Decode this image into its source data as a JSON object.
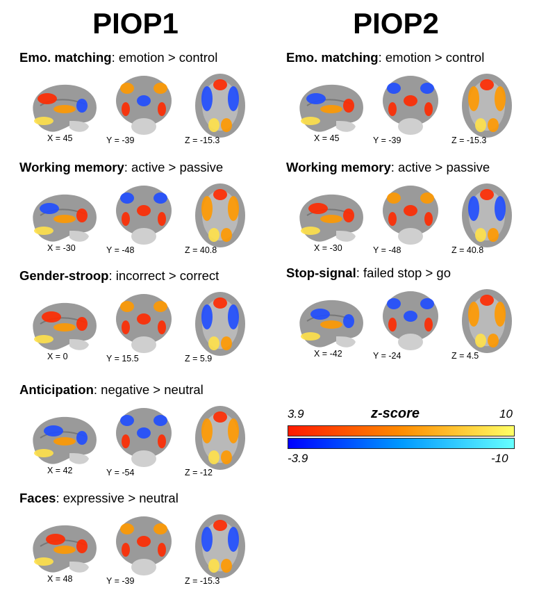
{
  "columns": [
    {
      "title": "PIOP1",
      "panels": [
        {
          "task": "Emo. matching",
          "contrast": ": emotion > control",
          "coords": [
            "X = 45",
            "Y = -39",
            "Z = -15.3"
          ]
        },
        {
          "task": "Working memory",
          "contrast": ": active > passive",
          "coords": [
            "X = -30",
            "Y = -48",
            "Z = 40.8"
          ]
        },
        {
          "task": "Gender-stroop",
          "contrast": ": incorrect > correct",
          "coords": [
            "X = 0",
            "Y = 15.5",
            "Z = 5.9"
          ]
        },
        {
          "task": "Anticipation",
          "contrast": ": negative > neutral",
          "coords": [
            "X = 42",
            "Y = -54",
            "Z = -12"
          ]
        },
        {
          "task": "Faces",
          "contrast": ": expressive > neutral",
          "coords": [
            "X = 48",
            "Y = -39",
            "Z = -15.3"
          ]
        }
      ]
    },
    {
      "title": "PIOP2",
      "panels": [
        {
          "task": "Emo. matching",
          "contrast": ": emotion > control",
          "coords": [
            "X = 45",
            "Y = -39",
            "Z = -15.3"
          ]
        },
        {
          "task": "Working memory",
          "contrast": ": active > passive",
          "coords": [
            "X = -30",
            "Y = -48",
            "Z = 40.8"
          ]
        },
        {
          "task": "Stop-signal",
          "contrast": ": failed stop > go",
          "coords": [
            "X = -42",
            "Y = -24",
            "Z = 4.5"
          ]
        }
      ]
    }
  ],
  "colorbar": {
    "title": "z-score",
    "pos_min": "3.9",
    "pos_max": "10",
    "neg_min": "-3.9",
    "neg_max": "-10",
    "pos_colors": [
      "#ff1a00",
      "#ff8c00",
      "#ffff66"
    ],
    "neg_colors": [
      "#0000ff",
      "#0099ff",
      "#66ffff"
    ]
  },
  "brain_colors": {
    "gray": "#9a9a9a",
    "light": "#cfcfcf",
    "red": "#ff2a00",
    "orange": "#ff9900",
    "yellow": "#ffe14a",
    "blue": "#1f4dff",
    "lightblue": "#46a6ff"
  }
}
